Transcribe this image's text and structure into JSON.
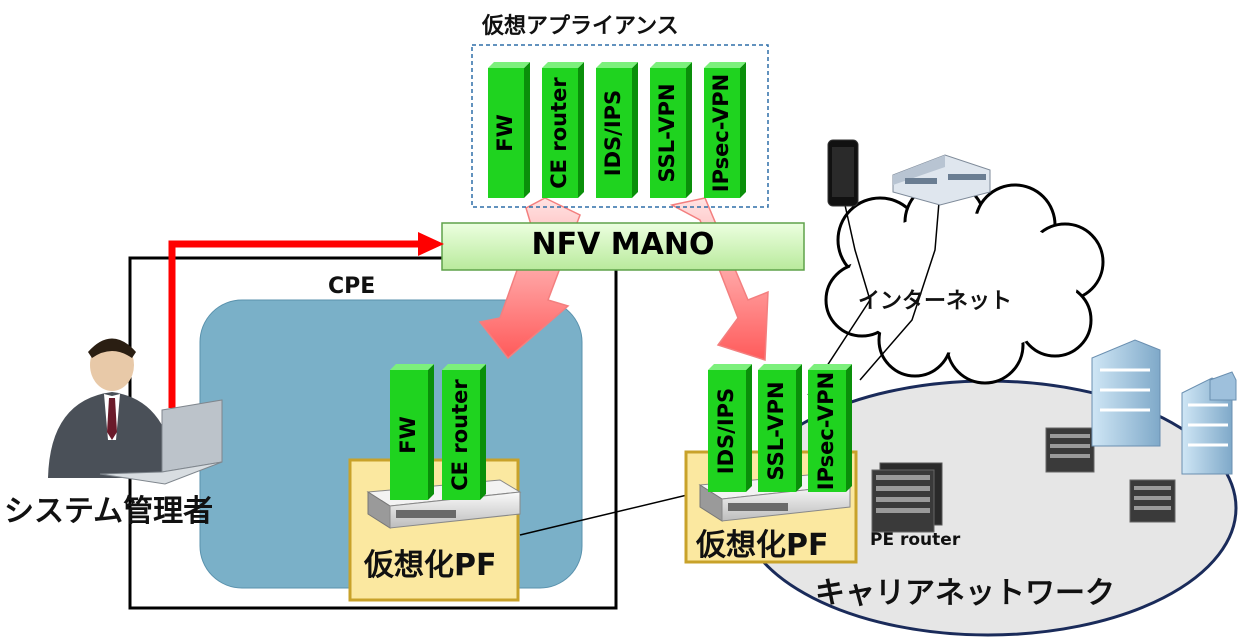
{
  "title": "仮想アプライアンス",
  "mano": "NFV MANO",
  "cpe": "CPE",
  "admin": "システム管理者",
  "internet": "インターネット",
  "carrier": "キャリアネットワーク",
  "pe_router": "PE router",
  "vpf_cpe": "仮想化PF",
  "vpf_carrier": "仮想化PF",
  "appliances": [
    "FW",
    "CE router",
    "IDS/IPS",
    "SSL-VPN",
    "IPsec-VPN"
  ],
  "cpe_modules": [
    "FW",
    "CE router"
  ],
  "carrier_modules": [
    "IDS/IPS",
    "SSL-VPN",
    "IPsec-VPN"
  ],
  "colors": {
    "module_green": "#1fd31f",
    "module_dark": "#0a8f0a",
    "mano_bg": "#d6f5c4",
    "cpe_inner": "#7ab0c8",
    "pf_box": "#fbe8a0",
    "pf_border": "#c8a22a",
    "arrow_red": "#ff0000",
    "carrier_ellipse": "#e6e6e6",
    "carrier_border": "#1a2b5a",
    "dashed_border": "#2e6fa8"
  }
}
